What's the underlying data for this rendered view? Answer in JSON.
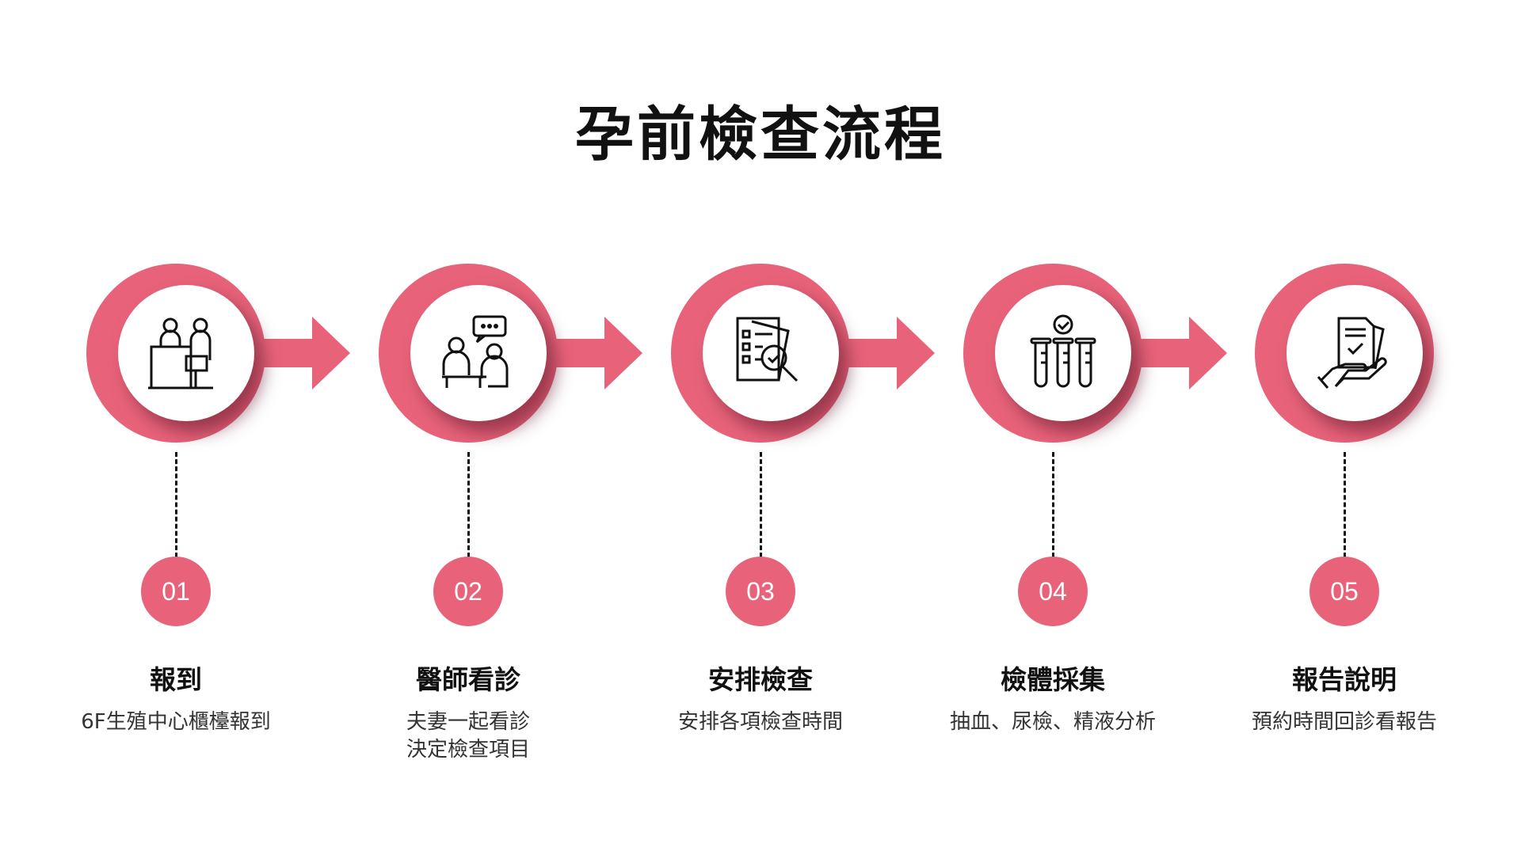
{
  "title": "孕前檢查流程",
  "accent": "#E8637A",
  "steps": [
    {
      "num": "01",
      "label": "報到",
      "desc": [
        "6F生殖中心櫃檯報到"
      ],
      "icon": "reception-desk-icon"
    },
    {
      "num": "02",
      "label": "醫師看診",
      "desc": [
        "夫妻一起看診",
        "決定檢查項目"
      ],
      "icon": "doctor-consultation-icon"
    },
    {
      "num": "03",
      "label": "安排檢查",
      "desc": [
        "安排各項檢查時間"
      ],
      "icon": "checklist-magnifier-icon"
    },
    {
      "num": "04",
      "label": "檢體採集",
      "desc": [
        "抽血、尿檢、精液分析"
      ],
      "icon": "test-tubes-icon"
    },
    {
      "num": "05",
      "label": "報告說明",
      "desc": [
        "預約時間回診看報告"
      ],
      "icon": "report-hand-icon"
    }
  ]
}
